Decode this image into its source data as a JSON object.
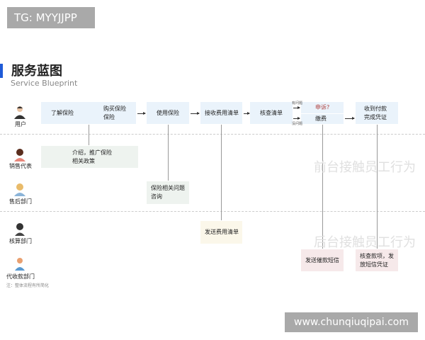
{
  "watermark_top": "TG: MYYJJPP",
  "title": "服务蓝图",
  "subtitle": "Service Blueprint",
  "roles": [
    "用户",
    "销售代表",
    "售后部门",
    "核算部门",
    "代收款部门"
  ],
  "note": "注：整体流程有所简化",
  "user_row": {
    "learn": "了解保险",
    "buy": "购买保险保险",
    "use": "使用保险",
    "receive": "接收费用清单",
    "check": "核查清单",
    "appeal": "申诉?",
    "pay": "缴费",
    "done": "收到付款完成凭证"
  },
  "branch_labels": {
    "problem": "有问题",
    "no_problem": "没问题"
  },
  "support": {
    "sales": "介绍，推广保险相关政策",
    "after_sales": "保险相关问题咨询",
    "accounting": "发送费用清单",
    "collect_remind": "发送催款短信",
    "collect_verify": "核查款项，发放短信凭证"
  },
  "lane_labels": {
    "front": "前台接触员工行为",
    "back": "后台接触员工行为"
  },
  "watermark_bottom": "www.chunqiuqipai.com",
  "colors": {
    "accent": "#1f5bd8",
    "appeal": "#b0413e"
  }
}
